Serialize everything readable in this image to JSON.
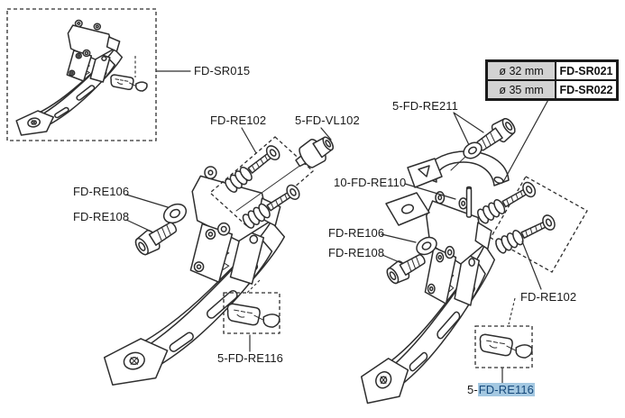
{
  "colors": {
    "line": "#2e2e2e",
    "text": "#1a1a1a",
    "highlight_bg": "#a4c8e1",
    "highlight_text": "#174a7c",
    "table_size_bg": "#d2d2d2"
  },
  "labels": {
    "fd_sr015": "FD-SR015",
    "fd_re102_left": "FD-RE102",
    "fd_vl102": "5-FD-VL102",
    "fd_re106_left": "FD-RE106",
    "fd_re108_left": "FD-RE108",
    "fd_re116_left": "5-FD-RE116",
    "fd_re211": "5-FD-RE211",
    "fd_re110": "10-FD-RE110",
    "fd_re106_right": "FD-RE106",
    "fd_re108_right": "FD-RE108",
    "fd_re102_right": "FD-RE102",
    "fd_re116_right_prefix": "5-",
    "fd_re116_right_highlight": "FD-RE116"
  },
  "size_table": {
    "rows": [
      {
        "size": "ø 32 mm",
        "part": "FD-SR021"
      },
      {
        "size": "ø 35 mm",
        "part": "FD-SR022"
      }
    ]
  }
}
